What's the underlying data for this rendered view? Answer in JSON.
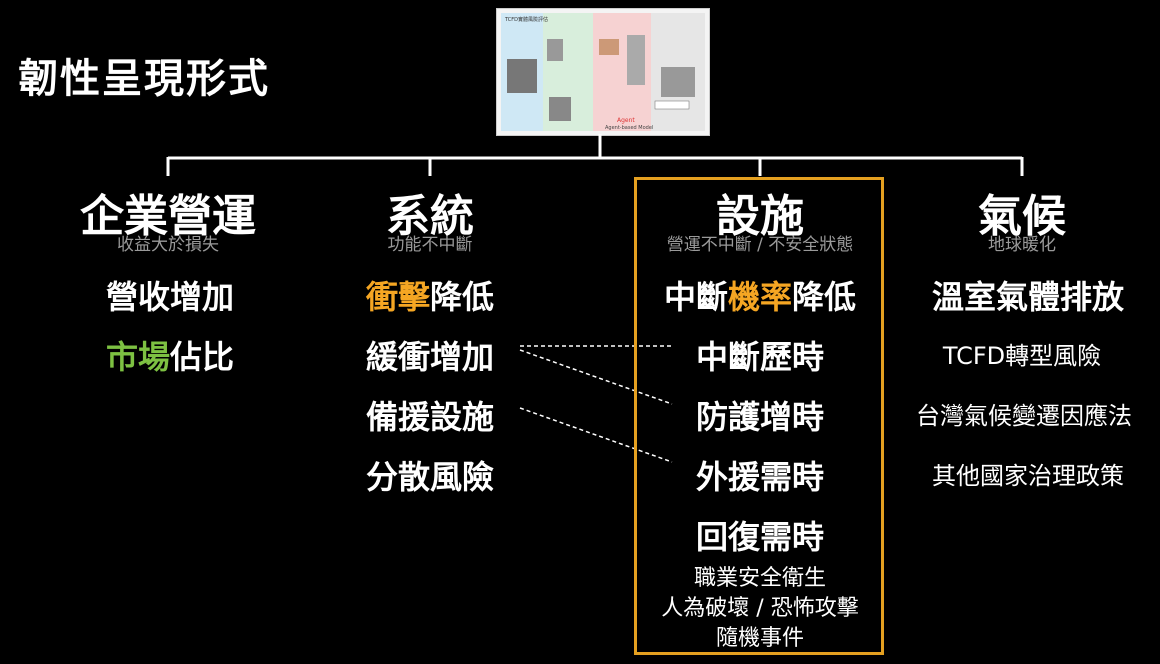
{
  "title": "韌性呈現形式",
  "thumbnail": {
    "caption_top": "TCFD實體風險評估",
    "label_agent": "Agent",
    "label_model": "Agent-based Model"
  },
  "columns": [
    {
      "heading": "企業營運",
      "subtitle": "收益大於損失",
      "items": [
        {
          "pre": "營收增加",
          "hl": "",
          "post": ""
        },
        {
          "pre": "",
          "hl": "市場",
          "post": "佔比"
        }
      ]
    },
    {
      "heading": "系統",
      "subtitle": "功能不中斷",
      "items": [
        {
          "pre": "",
          "hl": "衝擊",
          "post": "降低"
        },
        {
          "pre": "緩衝增加",
          "hl": "",
          "post": ""
        },
        {
          "pre": "備援設施",
          "hl": "",
          "post": ""
        },
        {
          "pre": "分散風險",
          "hl": "",
          "post": ""
        }
      ]
    },
    {
      "heading": "設施",
      "subtitle": "營運不中斷 / 不安全狀態",
      "items": [
        {
          "pre": "中斷",
          "hl": "機率",
          "post": "降低"
        },
        {
          "pre": "中斷歷時",
          "hl": "",
          "post": ""
        },
        {
          "pre": "防護增時",
          "hl": "",
          "post": ""
        },
        {
          "pre": "外援需時",
          "hl": "",
          "post": ""
        },
        {
          "pre": "回復需時",
          "hl": "",
          "post": ""
        }
      ],
      "misc": [
        "職業安全衛生",
        "人為破壞 / 恐怖攻擊",
        "隨機事件"
      ]
    },
    {
      "heading": "氣候",
      "subtitle": "地球暖化",
      "items": [
        {
          "pre": "溫室氣體排放",
          "hl": "",
          "post": ""
        }
      ],
      "small_items": [
        "TCFD轉型風險",
        "台灣氣候變遷因應法",
        "其他國家治理政策"
      ]
    }
  ],
  "colors": {
    "highlight_orange": "#f5a623",
    "highlight_green": "#7dc142",
    "box_border": "#e5a020"
  }
}
